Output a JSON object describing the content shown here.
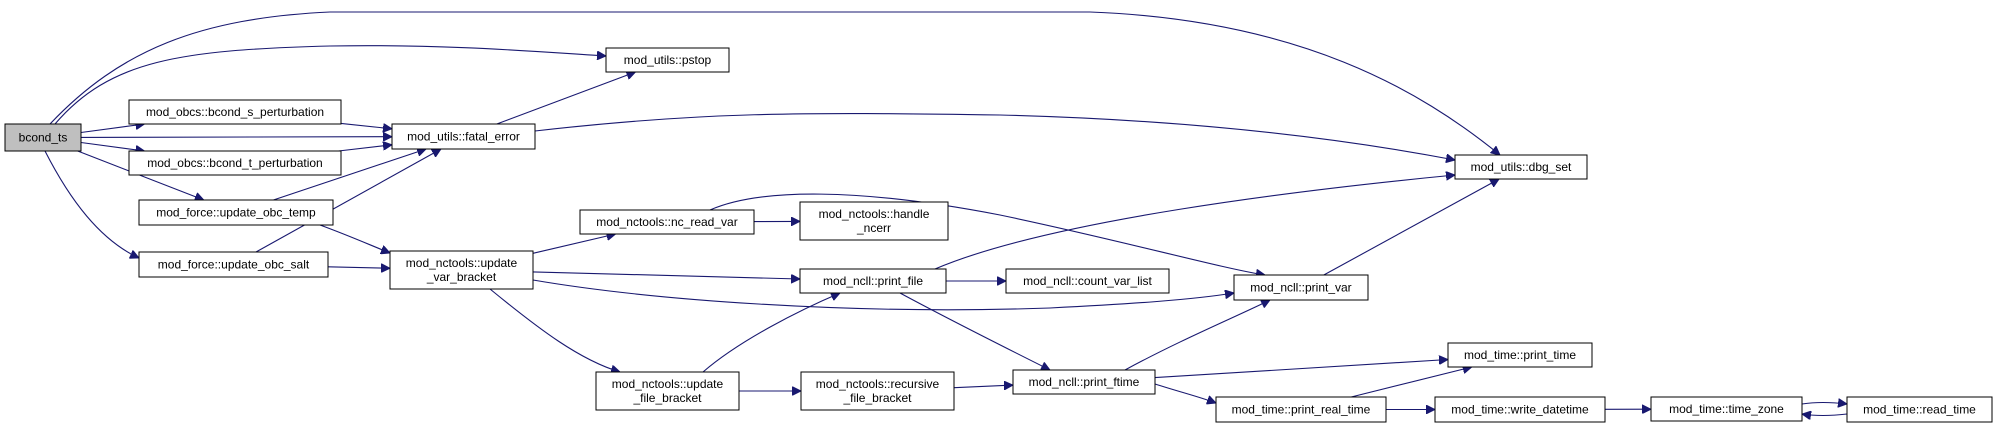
{
  "diagram": {
    "colors": {
      "edge": "#191970",
      "node_border": "#000000",
      "node_fill": "#ffffff",
      "root_fill": "#bfbfbf"
    },
    "nodes": [
      {
        "id": "bcond_ts",
        "lines": [
          "bcond_ts"
        ],
        "root": true
      },
      {
        "id": "pstop",
        "lines": [
          "mod_utils::pstop"
        ]
      },
      {
        "id": "bcond_s_perturbation",
        "lines": [
          "mod_obcs::bcond_s_perturbation"
        ]
      },
      {
        "id": "fatal_error",
        "lines": [
          "mod_utils::fatal_error"
        ]
      },
      {
        "id": "bcond_t_perturbation",
        "lines": [
          "mod_obcs::bcond_t_perturbation"
        ]
      },
      {
        "id": "dbg_set",
        "lines": [
          "mod_utils::dbg_set"
        ]
      },
      {
        "id": "update_obc_temp",
        "lines": [
          "mod_force::update_obc_temp"
        ]
      },
      {
        "id": "update_obc_salt",
        "lines": [
          "mod_force::update_obc_salt"
        ]
      },
      {
        "id": "update_var_bracket",
        "lines": [
          "mod_nctools::update",
          "_var_bracket"
        ]
      },
      {
        "id": "nc_read_var",
        "lines": [
          "mod_nctools::nc_read_var"
        ]
      },
      {
        "id": "handle_ncerr",
        "lines": [
          "mod_nctools::handle",
          "_ncerr"
        ]
      },
      {
        "id": "print_file",
        "lines": [
          "mod_ncll::print_file"
        ]
      },
      {
        "id": "count_var_list",
        "lines": [
          "mod_ncll::count_var_list"
        ]
      },
      {
        "id": "print_var",
        "lines": [
          "mod_ncll::print_var"
        ]
      },
      {
        "id": "update_file_bracket",
        "lines": [
          "mod_nctools::update",
          "_file_bracket"
        ]
      },
      {
        "id": "recursive_file_bracket",
        "lines": [
          "mod_nctools::recursive",
          "_file_bracket"
        ]
      },
      {
        "id": "print_ftime",
        "lines": [
          "mod_ncll::print_ftime"
        ]
      },
      {
        "id": "print_time",
        "lines": [
          "mod_time::print_time"
        ]
      },
      {
        "id": "print_real_time",
        "lines": [
          "mod_time::print_real_time"
        ]
      },
      {
        "id": "write_datetime",
        "lines": [
          "mod_time::write_datetime"
        ]
      },
      {
        "id": "time_zone",
        "lines": [
          "mod_time::time_zone"
        ]
      },
      {
        "id": "read_time",
        "lines": [
          "mod_time::read_time"
        ]
      }
    ],
    "edges": [
      {
        "from": "bcond_ts",
        "to": "dbg_set"
      },
      {
        "from": "bcond_ts",
        "to": "pstop"
      },
      {
        "from": "bcond_ts",
        "to": "bcond_s_perturbation"
      },
      {
        "from": "bcond_ts",
        "to": "bcond_t_perturbation"
      },
      {
        "from": "bcond_ts",
        "to": "fatal_error"
      },
      {
        "from": "bcond_ts",
        "to": "update_obc_temp"
      },
      {
        "from": "bcond_ts",
        "to": "update_obc_salt"
      },
      {
        "from": "bcond_s_perturbation",
        "to": "fatal_error"
      },
      {
        "from": "bcond_t_perturbation",
        "to": "fatal_error"
      },
      {
        "from": "fatal_error",
        "to": "pstop"
      },
      {
        "from": "fatal_error",
        "to": "dbg_set"
      },
      {
        "from": "update_obc_temp",
        "to": "fatal_error"
      },
      {
        "from": "update_obc_temp",
        "to": "update_var_bracket"
      },
      {
        "from": "update_obc_salt",
        "to": "fatal_error"
      },
      {
        "from": "update_obc_salt",
        "to": "update_var_bracket"
      },
      {
        "from": "update_var_bracket",
        "to": "nc_read_var"
      },
      {
        "from": "update_var_bracket",
        "to": "print_file"
      },
      {
        "from": "update_var_bracket",
        "to": "print_var"
      },
      {
        "from": "update_var_bracket",
        "to": "update_file_bracket"
      },
      {
        "from": "nc_read_var",
        "to": "handle_ncerr"
      },
      {
        "from": "nc_read_var",
        "to": "print_var"
      },
      {
        "from": "print_file",
        "to": "dbg_set"
      },
      {
        "from": "print_file",
        "to": "count_var_list"
      },
      {
        "from": "print_file",
        "to": "print_ftime"
      },
      {
        "from": "print_var",
        "to": "dbg_set"
      },
      {
        "from": "update_file_bracket",
        "to": "print_file"
      },
      {
        "from": "update_file_bracket",
        "to": "recursive_file_bracket"
      },
      {
        "from": "recursive_file_bracket",
        "to": "print_ftime"
      },
      {
        "from": "print_ftime",
        "to": "print_var"
      },
      {
        "from": "print_ftime",
        "to": "print_time"
      },
      {
        "from": "print_ftime",
        "to": "print_real_time"
      },
      {
        "from": "print_real_time",
        "to": "print_time"
      },
      {
        "from": "print_real_time",
        "to": "write_datetime"
      },
      {
        "from": "write_datetime",
        "to": "time_zone"
      },
      {
        "from": "time_zone",
        "to": "read_time"
      },
      {
        "from": "read_time",
        "to": "time_zone"
      }
    ]
  }
}
